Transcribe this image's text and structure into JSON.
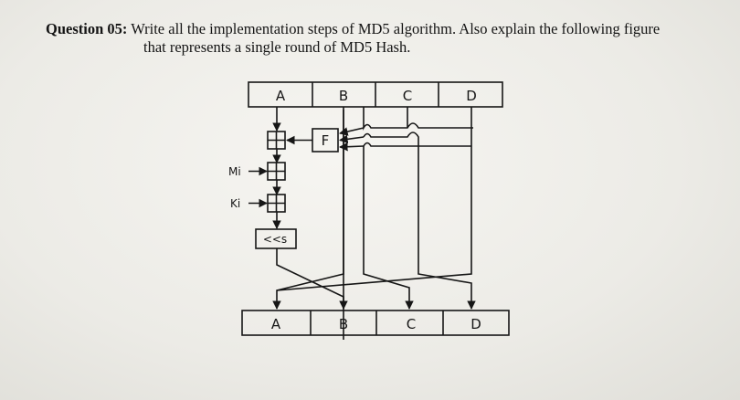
{
  "question": {
    "label": "Question 05:",
    "line1": "Write all the implementation steps of MD5 algorithm. Also explain the following figure",
    "line2": "that represents a single round of MD5 Hash."
  },
  "diagram": {
    "top_registers": [
      "A",
      "B",
      "C",
      "D"
    ],
    "bottom_registers": [
      "A",
      "B",
      "C",
      "D"
    ],
    "function_label": "F",
    "message_input": "Mi",
    "constant_input": "Ki",
    "shift_label": "<<s"
  }
}
